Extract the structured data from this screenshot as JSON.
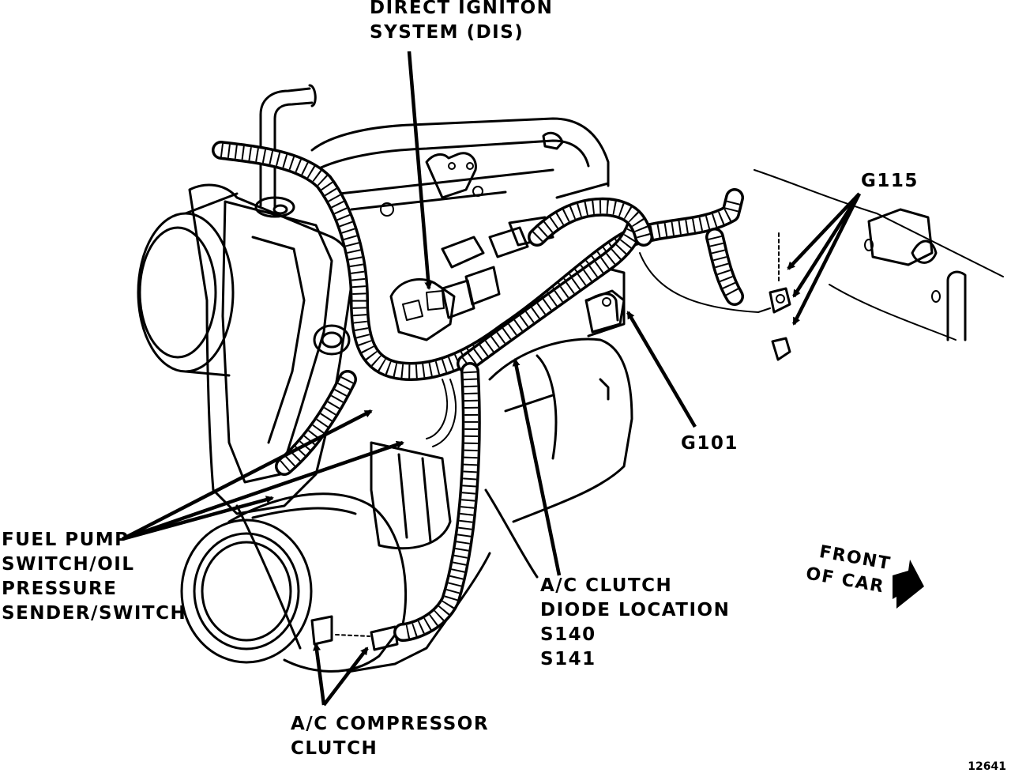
{
  "labels": {
    "dis": [
      "DIRECT IGNITON",
      "SYSTEM (DIS)"
    ],
    "g115": "G115",
    "g101": "G101",
    "fuel_pump": [
      "FUEL PUMP",
      "SWITCH/OIL",
      "PRESSURE",
      "SENDER/SWITCH"
    ],
    "ac_diode": [
      "A/C CLUTCH",
      "DIODE LOCATION",
      "S140",
      "S141"
    ],
    "front_of_car": [
      "FRONT",
      "OF CAR"
    ],
    "ac_compressor": [
      "A/C COMPRESSOR",
      "CLUTCH"
    ],
    "figure_number": "12641"
  }
}
